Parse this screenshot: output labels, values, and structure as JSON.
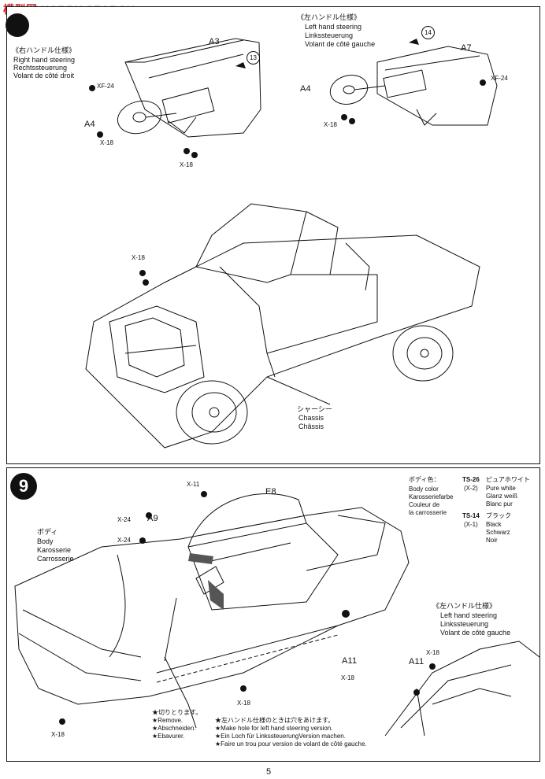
{
  "watermark": {
    "site": "模型网",
    "brand": "HOBBY SEARCH"
  },
  "step8": {
    "rhs": {
      "jp": "《右ハンドル仕様》",
      "en": "Right hand steering",
      "de": "Rechtssteuerung",
      "fr": "Volant de côté droit"
    },
    "lhs": {
      "jp": "《左ハンドル仕様》",
      "en": "Left hand steering",
      "de": "Linkssteuerung",
      "fr": "Volant de côté gauche"
    },
    "parts_rhs": {
      "a3": "A3",
      "a4": "A4",
      "xf24": "XF-24",
      "x18a": "X-18",
      "x18b": "X-18",
      "ref13": "13"
    },
    "parts_lhs": {
      "a7": "A7",
      "a4": "A4",
      "xf24": "XF-24",
      "x18": "X-18",
      "ref14": "14"
    },
    "chassis": {
      "x18": "X-18",
      "jp": "シャーシー",
      "en": "Chassis",
      "fr": "Châssis"
    }
  },
  "step9": {
    "number": "9",
    "body": {
      "jp": "ボディ",
      "en": "Body",
      "de": "Karosserie",
      "fr": "Carrosserie"
    },
    "parts": {
      "x11": "X-11",
      "e8": "E8",
      "x24a": "X-24",
      "a9": "A9",
      "x24b": "X-24",
      "a11": "A11",
      "x18a": "X-18",
      "x18b": "X-18",
      "x18c": "X-18"
    },
    "paint": {
      "heading_jp": "ボディ色：",
      "heading_en": "Body color",
      "heading_de": "Karosseriefarbe",
      "heading_fr1": "Couleur de",
      "heading_fr2": "la carrosserie",
      "c1_code": "TS-26",
      "c1_sub": "(X-2)",
      "c1_jp": "ピュアホワイト",
      "c1_en": "Pure white",
      "c1_de": "Glanz weiß",
      "c1_fr": "Blanc pur",
      "c2_code": "TS-14",
      "c2_sub": "(X-1)",
      "c2_jp": "ブラック",
      "c2_en": "Black",
      "c2_de": "Schwarz",
      "c2_fr": "Noir"
    },
    "cut": {
      "jp": "★切りとります。",
      "en": "★Remove.",
      "de": "★Abschneiden.",
      "fr": "★Ebavurer."
    },
    "hole": {
      "jp": "★左ハンドル仕様のときは穴をあけます。",
      "en": "★Make hole for left hand steering version.",
      "de": "★Ein Loch für LinkssteuerungVersion machen.",
      "fr": "★Faire un trou pour version de volant de côté gauche."
    },
    "lhs": {
      "jp": "《左ハンドル仕様》",
      "en": "Left hand steering",
      "de": "Linkssteuerung",
      "fr": "Volant de côté gauche",
      "a11": "A11",
      "x18": "X-18"
    }
  },
  "page_number": "5"
}
